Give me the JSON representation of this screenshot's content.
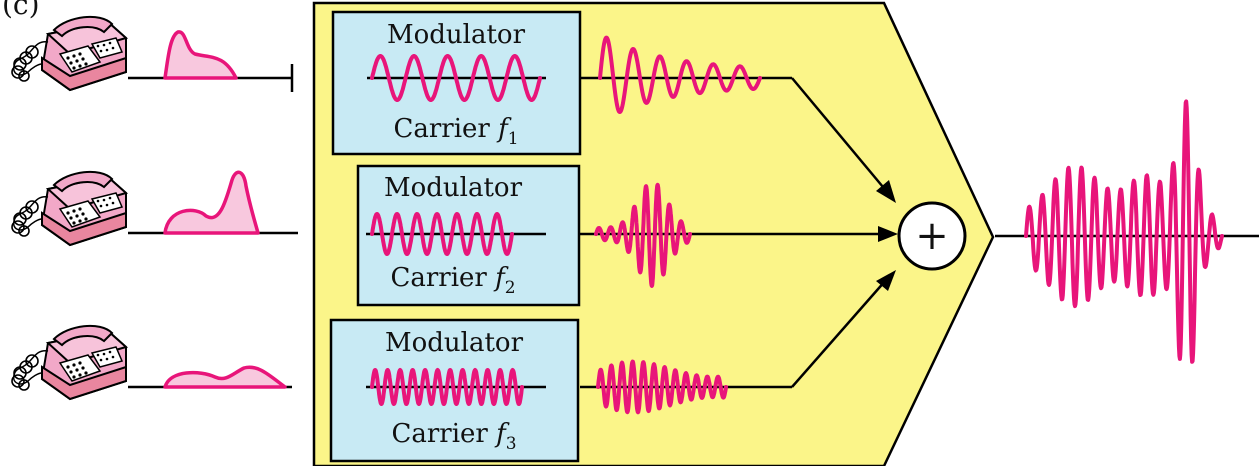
{
  "header_text": "(c)",
  "colors": {
    "panel_fill": "#fbf589",
    "modulator_fill": "#c8eaf4",
    "signal": "#e8157a",
    "envelope_fill": "#f8c8de",
    "line": "#000000"
  },
  "channels": [
    {
      "modulator_label": "Modulator",
      "carrier_label": "Carrier",
      "carrier_symbol": "f",
      "carrier_subscript": "1",
      "icon": "telephone-icon"
    },
    {
      "modulator_label": "Modulator",
      "carrier_label": "Carrier",
      "carrier_symbol": "f",
      "carrier_subscript": "2",
      "icon": "telephone-icon"
    },
    {
      "modulator_label": "Modulator",
      "carrier_label": "Carrier",
      "carrier_symbol": "f",
      "carrier_subscript": "3",
      "icon": "telephone-icon"
    }
  ],
  "summer": {
    "symbol": "+",
    "icon": "summing-junction-icon"
  }
}
